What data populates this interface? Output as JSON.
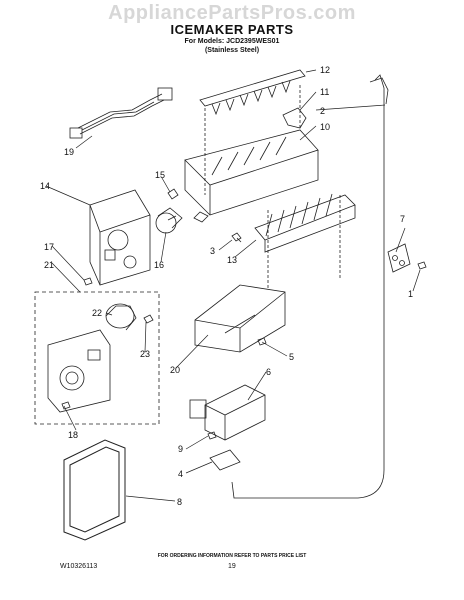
{
  "watermark": "AppliancePartsPros.com",
  "title": "ICEMAKER PARTS",
  "models_line": "For Models: JCD2395WES01",
  "finish_line": "(Stainless Steel)",
  "callouts": [
    "1",
    "2",
    "3",
    "4",
    "5",
    "6",
    "7",
    "8",
    "9",
    "10",
    "11",
    "12",
    "13",
    "14",
    "15",
    "16",
    "17",
    "18",
    "19",
    "20",
    "21",
    "22",
    "23"
  ],
  "footer_note": "FOR ORDERING INFORMATION REFER TO PARTS PRICE LIST",
  "doc_number": "W10326113",
  "page_number": "19"
}
